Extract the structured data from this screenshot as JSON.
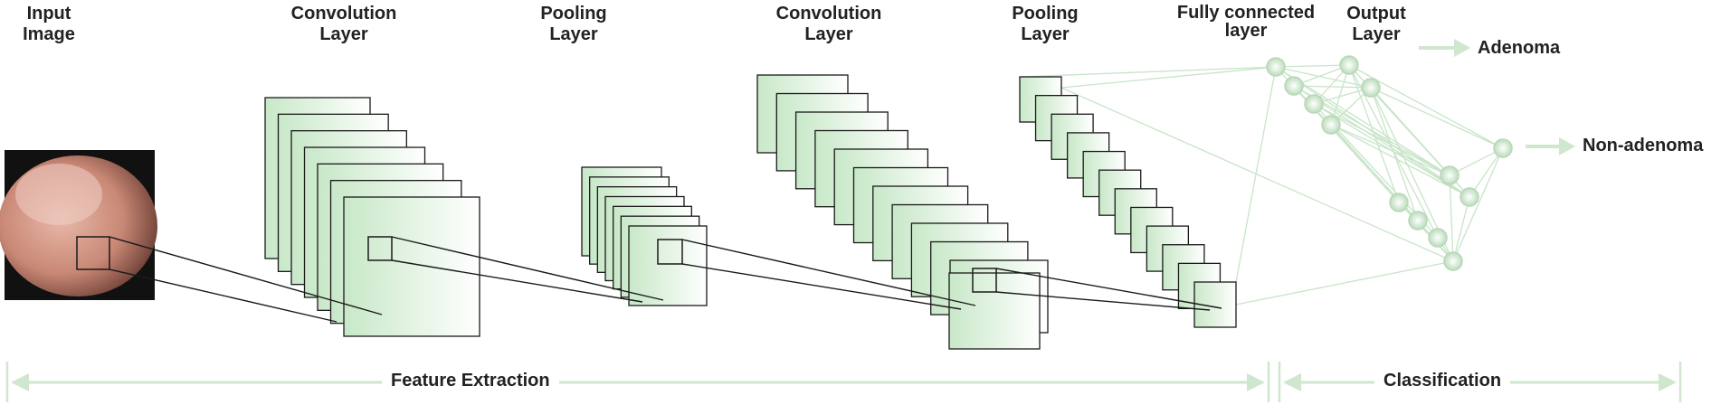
{
  "labels": {
    "input": [
      "Input",
      "Image"
    ],
    "conv1": [
      "Convolution",
      "Layer"
    ],
    "pool1": [
      "Pooling",
      "Layer"
    ],
    "conv2": [
      "Convolution",
      "Layer"
    ],
    "pool2": [
      "Pooling",
      "Layer"
    ],
    "fc": [
      "Fully connected",
      "layer"
    ],
    "output": [
      "Output",
      "Layer"
    ]
  },
  "outputs": [
    "Adenoma",
    "Non-adenoma"
  ],
  "sections": {
    "feature_extraction": "Feature Extraction",
    "classification": "Classification"
  },
  "colors": {
    "map_fill": "#c8e8c8",
    "net_green": "#c9e4c9",
    "arrow_green": "#cfe6cf",
    "text": "#222222",
    "outline": "#1a1a1a"
  }
}
